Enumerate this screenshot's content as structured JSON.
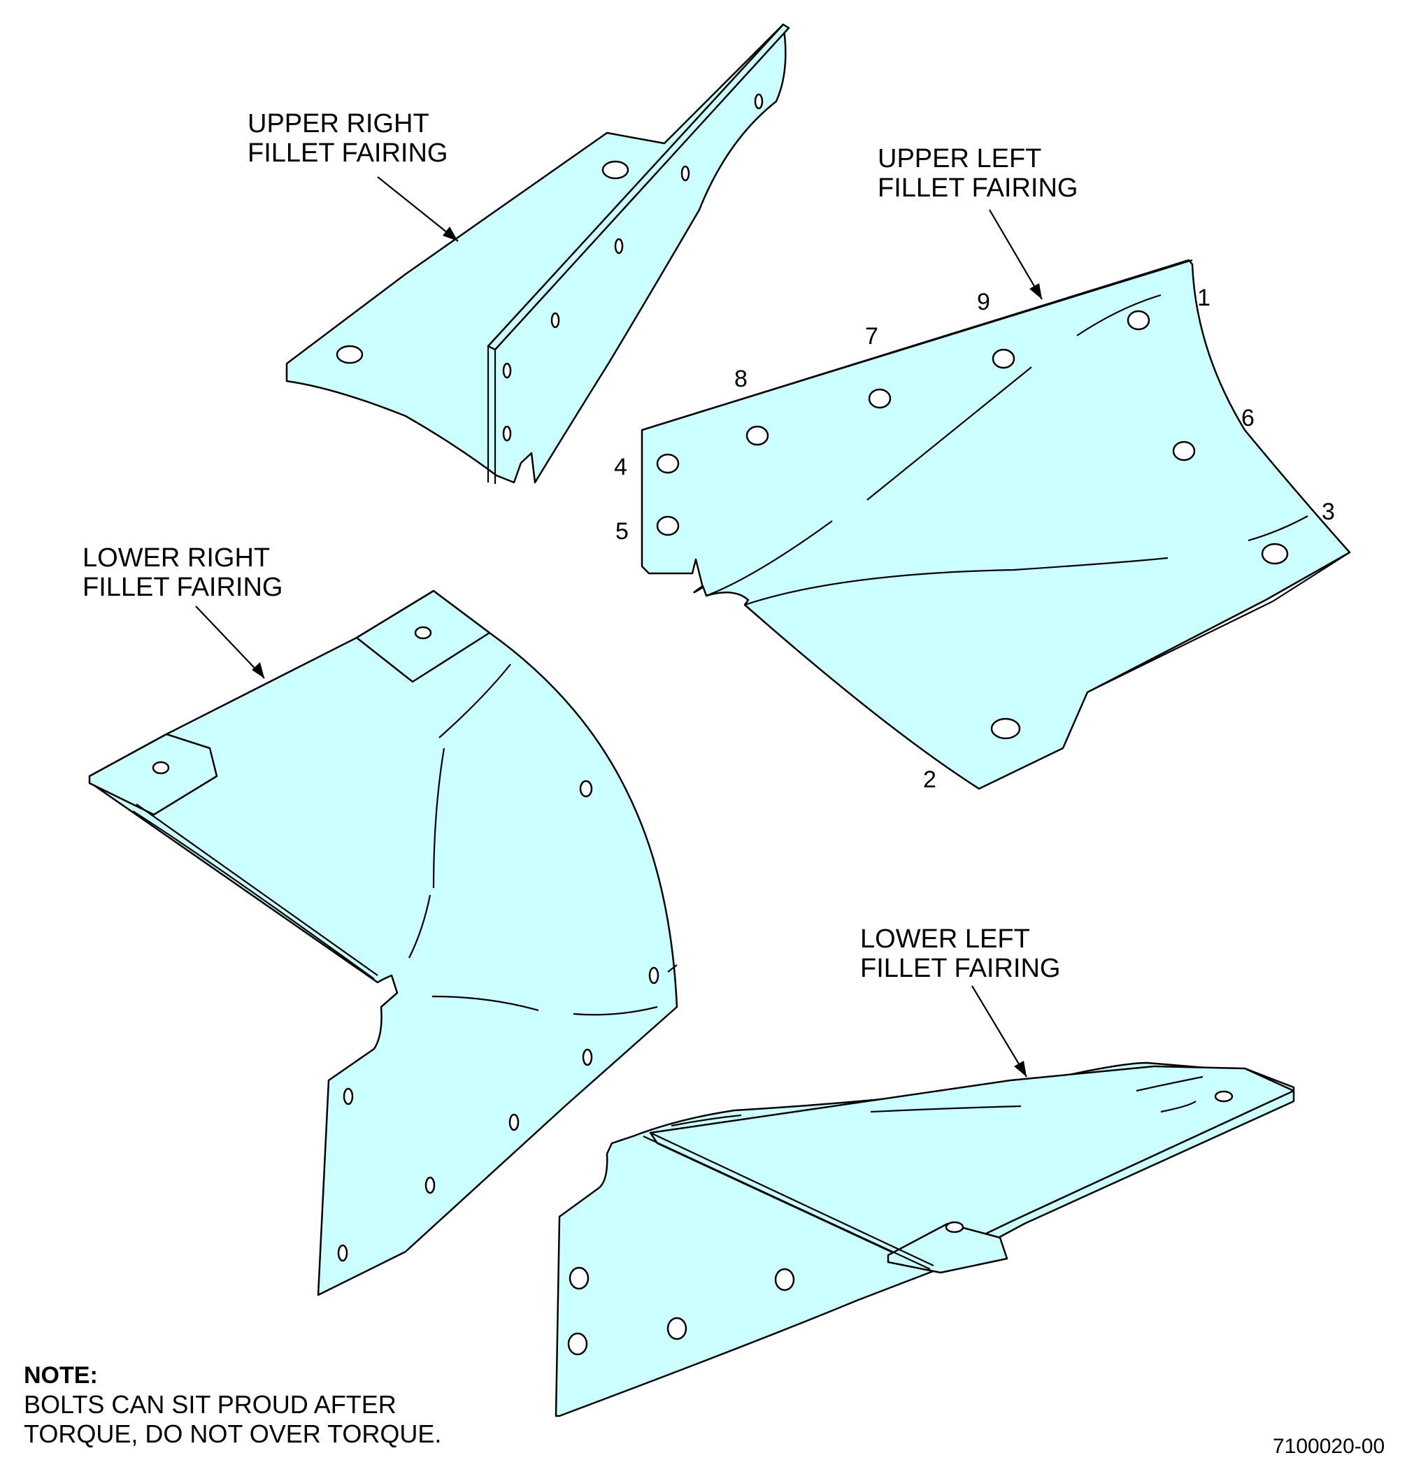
{
  "labels": {
    "upper_right": [
      "UPPER RIGHT",
      "FILLET FAIRING"
    ],
    "upper_left": [
      "UPPER LEFT",
      "FILLET FAIRING"
    ],
    "lower_right": [
      "LOWER RIGHT",
      "FILLET FAIRING"
    ],
    "lower_left": [
      "LOWER LEFT",
      "FILLET FAIRING"
    ]
  },
  "bolt_numbers": [
    "1",
    "2",
    "3",
    "4",
    "5",
    "6",
    "7",
    "8",
    "9"
  ],
  "note": {
    "title": "NOTE:",
    "lines": [
      "BOLTS CAN SIT PROUD AFTER",
      "TORQUE, DO NOT OVER TORQUE."
    ]
  },
  "drawing_number": "7100020-00",
  "colors": {
    "part_fill": "#ccffff",
    "line": "#000000"
  }
}
